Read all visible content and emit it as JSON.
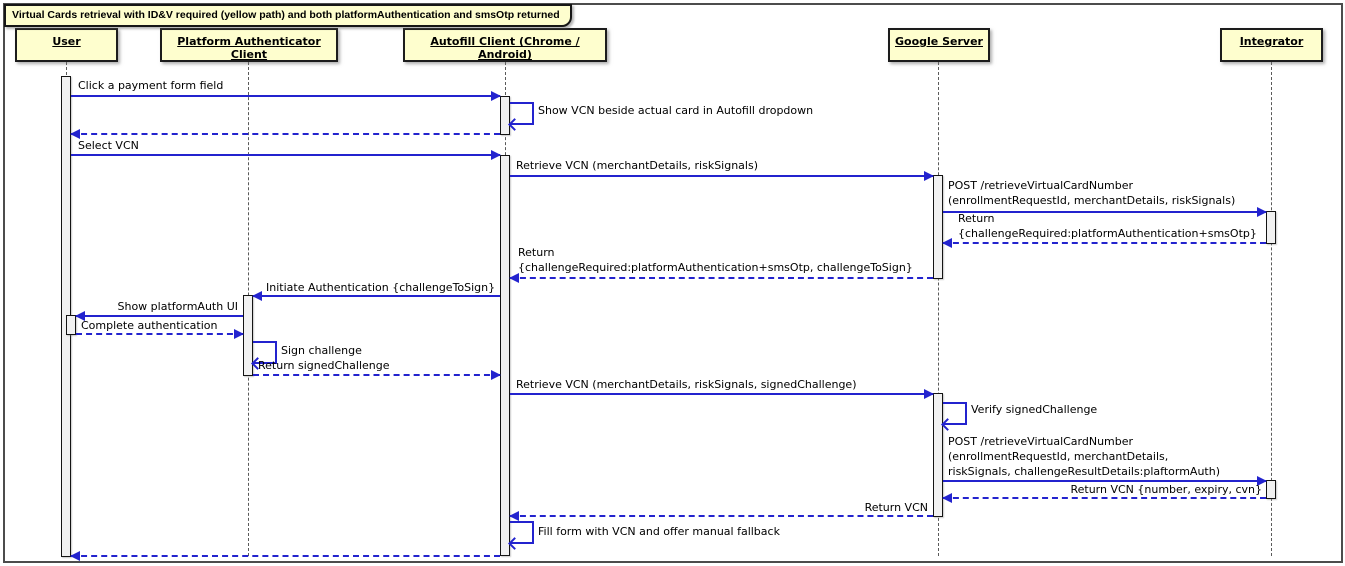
{
  "frame": {
    "title": "Virtual Cards retrieval with ID&V required (yellow path) and both platformAuthentication and smsOtp returned"
  },
  "participants": {
    "user": {
      "label": "User"
    },
    "platform_authenticator": {
      "label": "Platform Authenticator Client"
    },
    "autofill": {
      "label": "Autofill Client (Chrome / Android)"
    },
    "google": {
      "label": "Google Server"
    },
    "integrator": {
      "label": "Integrator"
    }
  },
  "messages": {
    "click_payment_field": "Click a payment form field",
    "show_vcn_dropdown": "Show VCN beside actual card in Autofill dropdown",
    "select_vcn": "Select VCN",
    "retrieve_vcn_1": "Retrieve VCN (merchantDetails, riskSignals)",
    "post_retrieve_1": "POST /retrieveVirtualCardNumber\n(enrollmentRequestId, merchantDetails, riskSignals)",
    "return_challenge_required": "Return\n{challengeRequired:platformAuthentication+smsOtp}",
    "return_challenge_to_sign": "Return\n{challengeRequired:platformAuthentication+smsOtp, challengeToSign}",
    "initiate_authentication": "Initiate Authentication {challengeToSign}",
    "show_platform_auth_ui": "Show platformAuth UI",
    "complete_authentication": "Complete authentication",
    "sign_challenge": "Sign challenge",
    "return_signed_challenge": "Return signedChallenge",
    "retrieve_vcn_2": "Retrieve VCN (merchantDetails, riskSignals, signedChallenge)",
    "verify_signed_challenge": "Verify signedChallenge",
    "post_retrieve_2": "POST /retrieveVirtualCardNumber\n(enrollmentRequestId, merchantDetails,\nriskSignals, challengeResultDetails:plaftormAuth)",
    "return_vcn_details": "Return VCN {number, expiry, cvn}",
    "return_vcn": "Return VCN",
    "fill_form": "Fill form with VCN and offer manual fallback"
  },
  "colors": {
    "arrow": "#2323CE",
    "participant_fill": "#FEFECE",
    "activation_fill": "#F1F1F1",
    "lifeline": "#5A5A5A",
    "frame_border": "#4C4C4C"
  }
}
